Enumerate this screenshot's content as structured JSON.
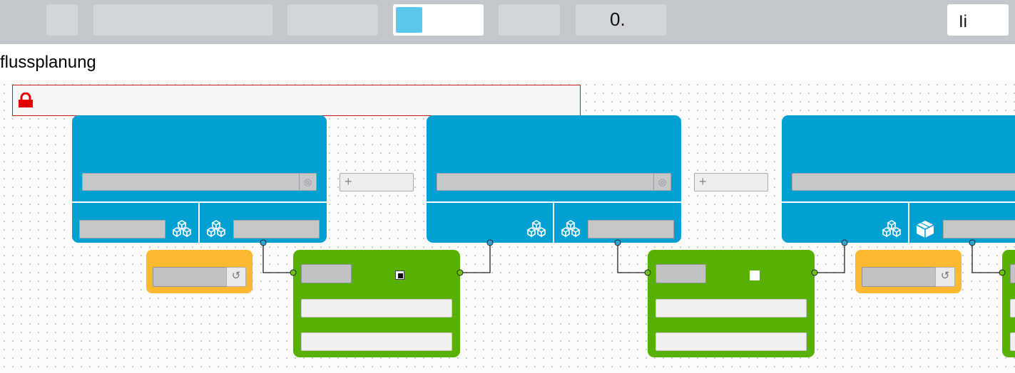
{
  "toolbar": {
    "partial_text_1": "0.",
    "partial_text_2": "Ii",
    "accent_color": "#59c8ec"
  },
  "page": {
    "title": "flussplanung"
  },
  "lock_bar": {
    "icon": "lock-icon",
    "icon_color": "#e00000"
  },
  "cards": [
    {
      "type": "step-card",
      "icons": [
        "modules-icon",
        "modules-icon"
      ],
      "color": "#00a1d2"
    },
    {
      "type": "step-card",
      "icons": [
        "modules-icon",
        "modules-icon"
      ],
      "color": "#00a1d2"
    },
    {
      "type": "step-card",
      "icons": [
        "modules-icon",
        "box-icon"
      ],
      "color": "#00a1d2"
    }
  ],
  "add_buttons": [
    {
      "label": "+"
    },
    {
      "label": "+"
    }
  ],
  "green_nodes": [
    {
      "checkbox_checked": true
    },
    {
      "checkbox_checked": false
    }
  ],
  "colors": {
    "blue_card": "#00a1d2",
    "green_node": "#58b000",
    "orange_node": "#fbb830",
    "lock_red": "#c41d1d"
  }
}
